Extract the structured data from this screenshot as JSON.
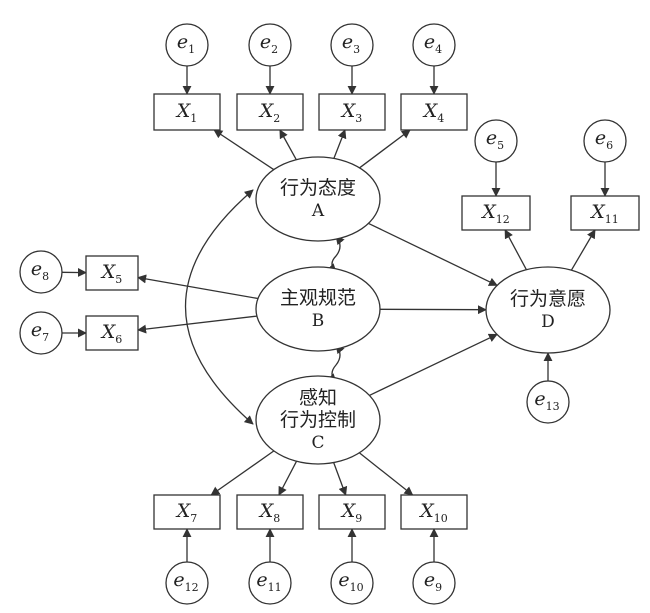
{
  "latents": {
    "A": {
      "lines": [
        "行为态度"
      ],
      "letter": "A"
    },
    "B": {
      "lines": [
        "主观规范"
      ],
      "letter": "B"
    },
    "C": {
      "lines": [
        "感知",
        "行为控制"
      ],
      "letter": "C"
    },
    "D": {
      "lines": [
        "行为意愿"
      ],
      "letter": "D"
    }
  },
  "indicators": {
    "X1": {
      "main": "X",
      "sub": "1"
    },
    "X2": {
      "main": "X",
      "sub": "2"
    },
    "X3": {
      "main": "X",
      "sub": "3"
    },
    "X4": {
      "main": "X",
      "sub": "4"
    },
    "X5": {
      "main": "X",
      "sub": "5"
    },
    "X6": {
      "main": "X",
      "sub": "6"
    },
    "X7": {
      "main": "X",
      "sub": "7"
    },
    "X8": {
      "main": "X",
      "sub": "8"
    },
    "X9": {
      "main": "X",
      "sub": "9"
    },
    "X10": {
      "main": "X",
      "sub": "10"
    },
    "X11": {
      "main": "X",
      "sub": "11"
    },
    "X12": {
      "main": "X",
      "sub": "12"
    }
  },
  "errors": {
    "e1": {
      "main": "e",
      "sub": "1"
    },
    "e2": {
      "main": "e",
      "sub": "2"
    },
    "e3": {
      "main": "e",
      "sub": "3"
    },
    "e4": {
      "main": "e",
      "sub": "4"
    },
    "e5": {
      "main": "e",
      "sub": "5"
    },
    "e6": {
      "main": "e",
      "sub": "6"
    },
    "e7": {
      "main": "e",
      "sub": "7"
    },
    "e8": {
      "main": "e",
      "sub": "8"
    },
    "e9": {
      "main": "e",
      "sub": "9"
    },
    "e10": {
      "main": "e",
      "sub": "10"
    },
    "e11": {
      "main": "e",
      "sub": "11"
    },
    "e12": {
      "main": "e",
      "sub": "12"
    },
    "e13": {
      "main": "e",
      "sub": "13"
    }
  },
  "edges": [
    {
      "from": "A",
      "to": "X1"
    },
    {
      "from": "A",
      "to": "X2"
    },
    {
      "from": "A",
      "to": "X3"
    },
    {
      "from": "A",
      "to": "X4"
    },
    {
      "from": "B",
      "to": "X5"
    },
    {
      "from": "B",
      "to": "X6"
    },
    {
      "from": "C",
      "to": "X7"
    },
    {
      "from": "C",
      "to": "X8"
    },
    {
      "from": "C",
      "to": "X9"
    },
    {
      "from": "C",
      "to": "X10"
    },
    {
      "from": "D",
      "to": "X12"
    },
    {
      "from": "D",
      "to": "X11"
    },
    {
      "from": "A",
      "to": "D"
    },
    {
      "from": "B",
      "to": "D"
    },
    {
      "from": "C",
      "to": "D"
    },
    {
      "from": "e1",
      "to": "X1"
    },
    {
      "from": "e2",
      "to": "X2"
    },
    {
      "from": "e3",
      "to": "X3"
    },
    {
      "from": "e4",
      "to": "X4"
    },
    {
      "from": "e5",
      "to": "X12"
    },
    {
      "from": "e6",
      "to": "X11"
    },
    {
      "from": "e8",
      "to": "X5"
    },
    {
      "from": "e7",
      "to": "X6"
    },
    {
      "from": "e12",
      "to": "X7"
    },
    {
      "from": "e11",
      "to": "X8"
    },
    {
      "from": "e10",
      "to": "X9"
    },
    {
      "from": "e9",
      "to": "X10"
    },
    {
      "from": "e13",
      "to": "D"
    }
  ],
  "covariances": [
    {
      "between": [
        "A",
        "B"
      ]
    },
    {
      "between": [
        "B",
        "C"
      ]
    },
    {
      "between": [
        "A",
        "C"
      ]
    }
  ]
}
